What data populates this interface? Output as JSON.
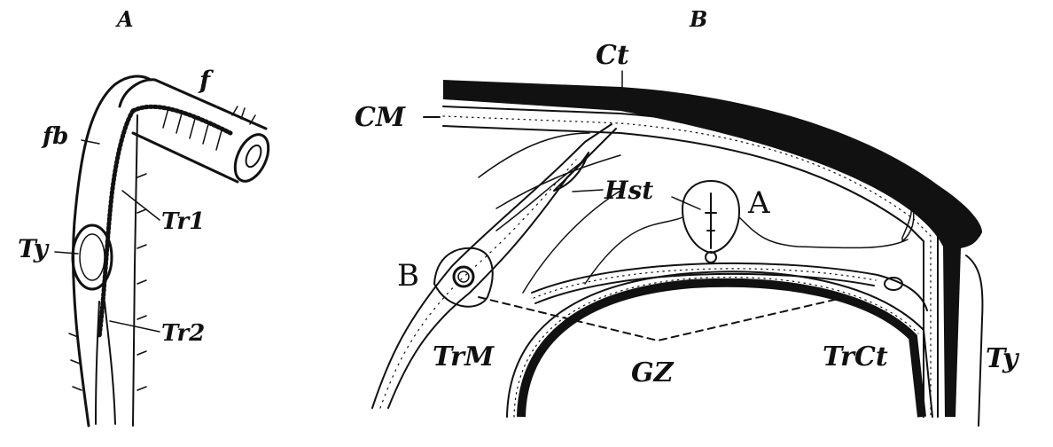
{
  "panels": {
    "a": {
      "title": "A"
    },
    "b": {
      "title": "B"
    }
  },
  "labels": {
    "f": "f",
    "fb": "fb",
    "tr1": "Tr1",
    "ty_left": "Ty",
    "tr2": "Tr2",
    "ct": "Ct",
    "cm": "CM",
    "hst": "Hst",
    "organ_a": "A",
    "organ_b": "B",
    "trm": "TrM",
    "gz": "GZ",
    "trct": "TrCt",
    "ty_right": "Ty"
  },
  "colors": {
    "ink": "#111111",
    "paper": "#ffffff"
  }
}
